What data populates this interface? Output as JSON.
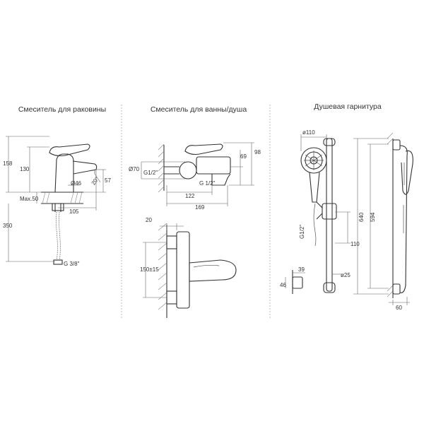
{
  "panels": {
    "basin": {
      "title": "Смеситель для раковины",
      "dims": {
        "h158": "158",
        "h130": "130",
        "d46": "Ø46",
        "d57": "57",
        "angle": "20°",
        "max50": "Max.50",
        "w105": "105",
        "h350": "350",
        "thread": "G 3/8\""
      }
    },
    "bath": {
      "title": "Смеситель для ванны/душа",
      "dims": {
        "h98": "98",
        "h69": "69",
        "d70": "Ø70",
        "g12": "G1/2\"",
        "g12b": "G 1/2\"",
        "w122": "122",
        "w169": "169",
        "w20": "20",
        "h150": "150±15"
      }
    },
    "shower": {
      "title": "Душевая гарнитура",
      "dims": {
        "d110": "ø110",
        "h640": "640",
        "h594": "594",
        "h110": "110",
        "d25": "ø25",
        "w39": "39",
        "h46": "46",
        "w60": "60",
        "g12": "G1/2\""
      }
    }
  }
}
